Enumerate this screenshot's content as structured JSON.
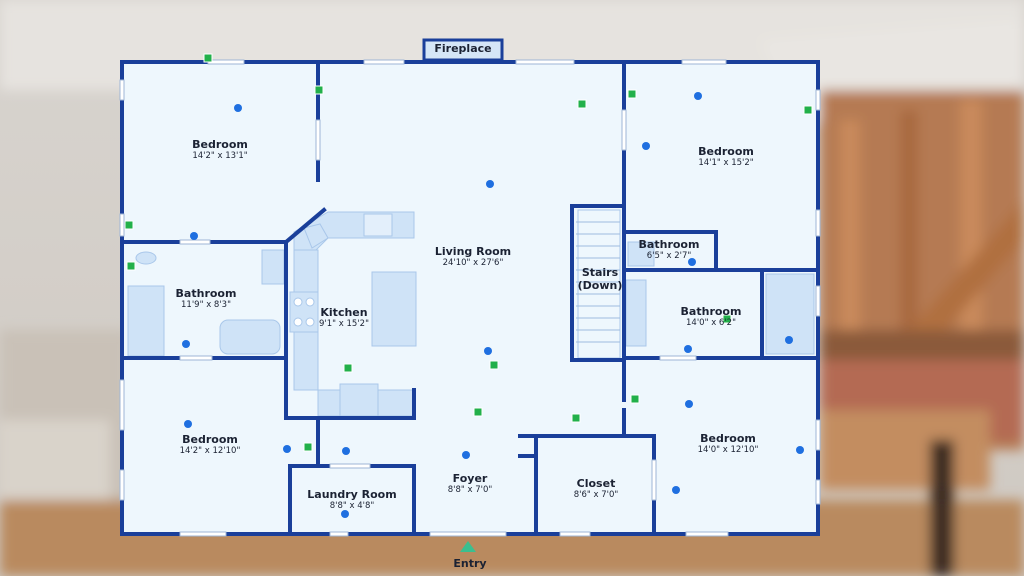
{
  "rooms": {
    "bedroom_nw": {
      "name": "Bedroom",
      "dims": "14'2\" x 13'1\""
    },
    "bathroom_w": {
      "name": "Bathroom",
      "dims": "11'9\" x 8'3\""
    },
    "kitchen": {
      "name": "Kitchen",
      "dims": "9'1\" x 15'2\""
    },
    "living_room": {
      "name": "Living Room",
      "dims": "24'10\" x 27'6\""
    },
    "stairs": {
      "name": "Stairs",
      "dims": "(Down)"
    },
    "bedroom_ne": {
      "name": "Bedroom",
      "dims": "14'1\" x 15'2\""
    },
    "bathroom_ne_small": {
      "name": "Bathroom",
      "dims": "6'5\" x 2'7\""
    },
    "bathroom_e": {
      "name": "Bathroom",
      "dims": "14'0\" x 6'2\""
    },
    "bedroom_sw": {
      "name": "Bedroom",
      "dims": "14'2\" x 12'10\""
    },
    "laundry_room": {
      "name": "Laundry Room",
      "dims": "8'8\" x 4'8\""
    },
    "foyer": {
      "name": "Foyer",
      "dims": "8'8\" x 7'0\""
    },
    "closet": {
      "name": "Closet",
      "dims": "8'6\" x 7'0\""
    },
    "bedroom_se": {
      "name": "Bedroom",
      "dims": "14'0\" x 12'10\""
    }
  },
  "fireplace": {
    "label": "Fireplace"
  },
  "entry": {
    "label": "Entry"
  },
  "colors": {
    "wall": "#1a3f9a",
    "floor": "#eef7fd",
    "fixture": "#cfe3f7",
    "camera_marker": "#1f6fe0",
    "sensor_marker": "#22b04a",
    "entry_marker": "#3bbf8f"
  },
  "markers": {
    "camera_icon": "blue-dot",
    "sensor_icon": "green-square"
  }
}
